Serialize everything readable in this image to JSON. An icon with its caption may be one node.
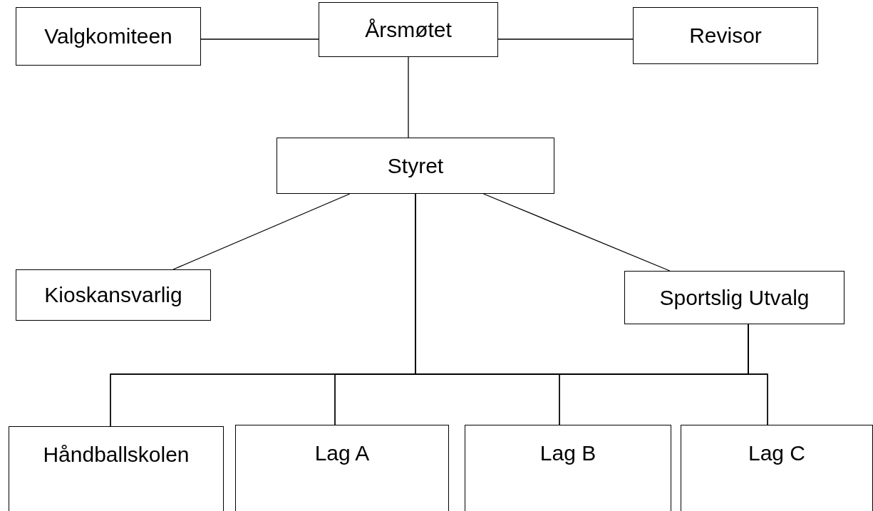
{
  "diagram": {
    "nodes": [
      {
        "text": [
          "Valgkomiteen"
        ]
      },
      {
        "text": [
          "Årsmøtet"
        ]
      },
      {
        "text": [
          "Revisor"
        ]
      },
      {
        "text": [
          "Styret"
        ]
      },
      {
        "text": [
          "Kioskansvarlig"
        ]
      },
      {
        "text": [
          "Sportslig Utvalg"
        ]
      },
      {
        "text": [
          "Håndballskolen"
        ]
      },
      {
        "text": [
          "Lag A"
        ]
      },
      {
        "text": [
          "Lag B"
        ]
      },
      {
        "text": [
          "Lag C"
        ]
      }
    ],
    "edges": [
      {
        "from": 0,
        "to": 1,
        "arrow": "none"
      },
      {
        "from": 1,
        "to": 2,
        "arrow": "none"
      },
      {
        "from": 1,
        "to": 3,
        "arrow": "none"
      },
      {
        "from": 3,
        "to": 4,
        "arrow": "none"
      },
      {
        "from": 3,
        "to": 5,
        "arrow": "none"
      },
      {
        "from": 3,
        "to": 6,
        "arrow": "none"
      },
      {
        "from": 3,
        "to": 7,
        "arrow": "none"
      },
      {
        "from": 3,
        "to": 8,
        "arrow": "none"
      },
      {
        "from": 3,
        "to": 9,
        "arrow": "none"
      },
      {
        "from": 5,
        "to": 6,
        "arrow": "none"
      },
      {
        "from": 5,
        "to": 7,
        "arrow": "none"
      },
      {
        "from": 5,
        "to": 8,
        "arrow": "none"
      },
      {
        "from": 5,
        "to": 9,
        "arrow": "none"
      }
    ]
  }
}
